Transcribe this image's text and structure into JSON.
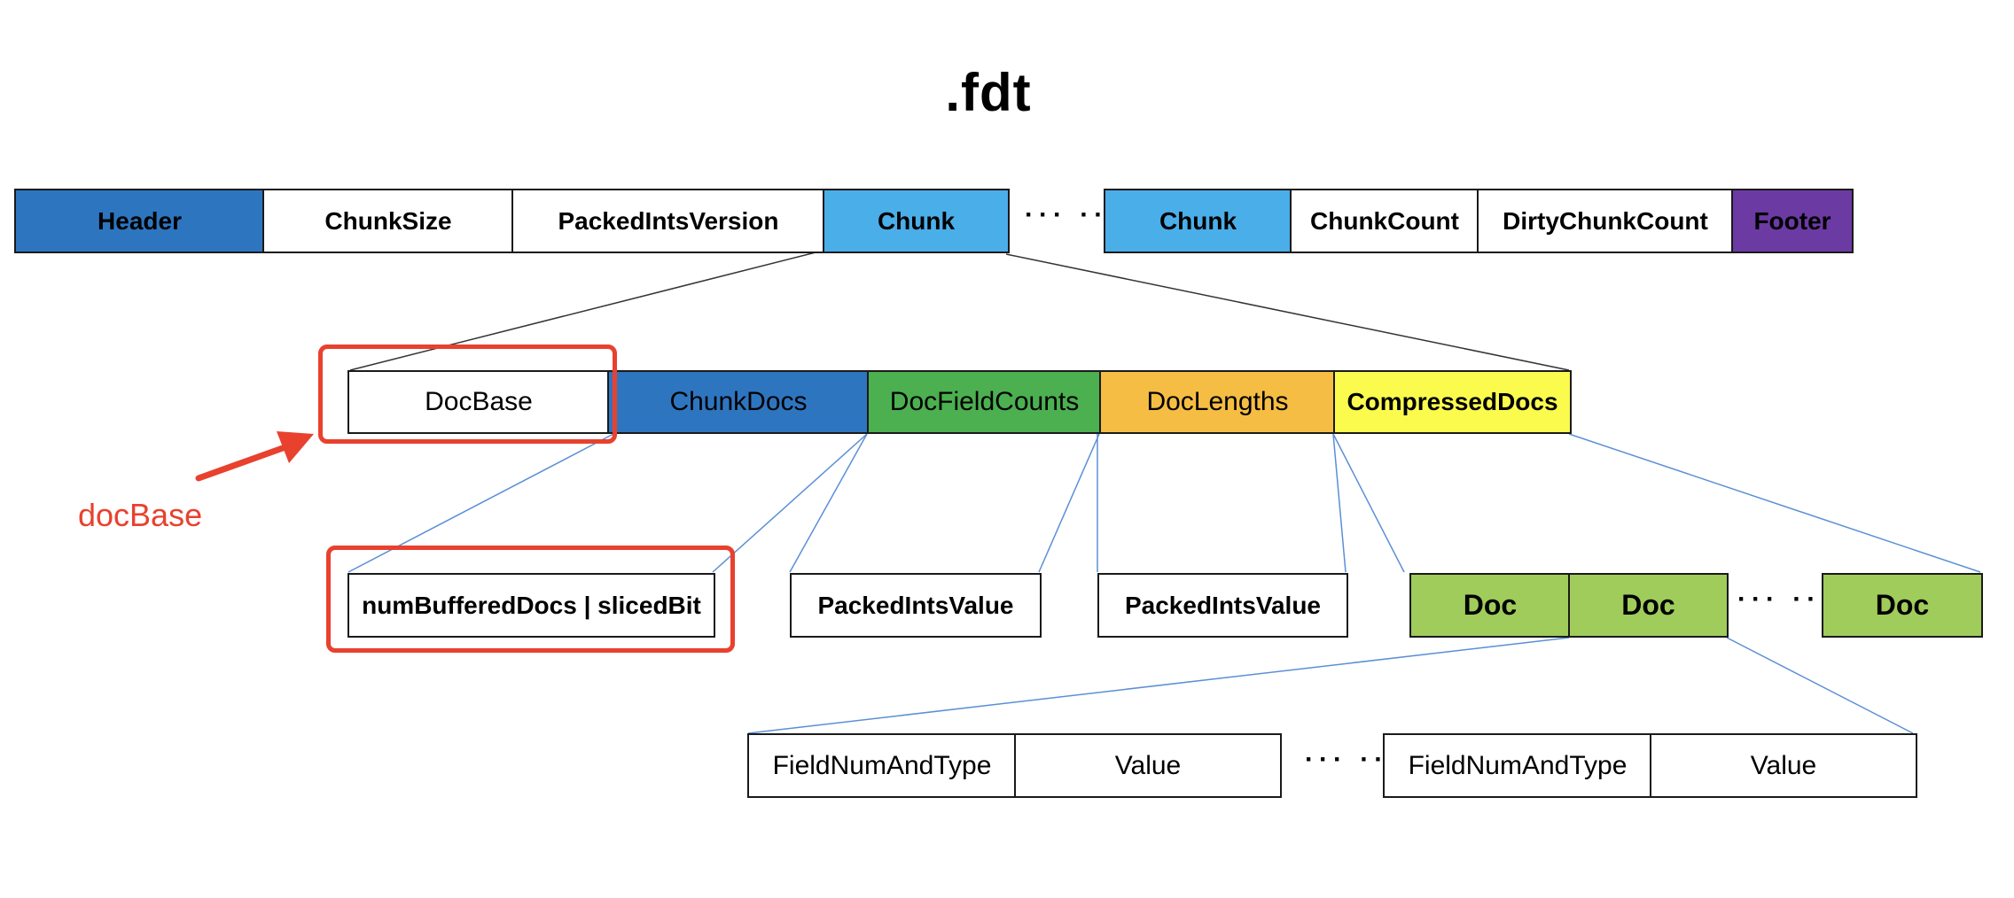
{
  "title": ".fdt",
  "top_row": {
    "header": "Header",
    "chunk_size": "ChunkSize",
    "packed_ints_version": "PackedIntsVersion",
    "chunk_1": "Chunk",
    "ellipsis": "··· ···",
    "chunk_2": "Chunk",
    "chunk_count": "ChunkCount",
    "dirty_chunk_count": "DirtyChunkCount",
    "footer": "Footer"
  },
  "chunk_row": {
    "doc_base": "DocBase",
    "chunk_docs": "ChunkDocs",
    "doc_field_counts": "DocFieldCounts",
    "doc_lengths": "DocLengths",
    "compressed_docs": "CompressedDocs"
  },
  "detail_row": {
    "num_buffered_docs": "numBufferedDocs | slicedBit",
    "packed_ints_value_1": "PackedIntsValue",
    "packed_ints_value_2": "PackedIntsValue",
    "doc_1": "Doc",
    "doc_2": "Doc",
    "ellipsis": "··· ···",
    "doc_3": "Doc"
  },
  "doc_row": {
    "field_num_and_type_1": "FieldNumAndType",
    "value_1": "Value",
    "ellipsis": "··· ···",
    "field_num_and_type_2": "FieldNumAndType",
    "value_2": "Value"
  },
  "annotation": {
    "label": "docBase"
  },
  "colors": {
    "header": "#2e75c0",
    "chunk": "#4aaee8",
    "footer": "#6b3aa3",
    "chunk_docs": "#2e75c0",
    "doc_field_counts": "#4caf50",
    "doc_lengths": "#f5bd43",
    "compressed_docs": "#fbfb4e",
    "doc": "#9fcc5b",
    "highlight": "#e8412e",
    "connector_dark": "#333333",
    "connector_blue": "#5b8fd6"
  }
}
